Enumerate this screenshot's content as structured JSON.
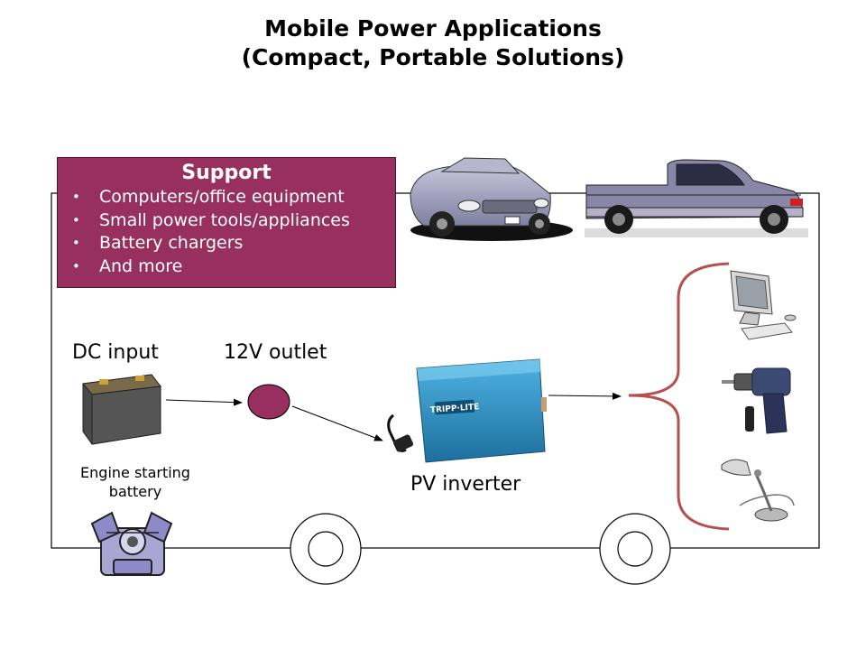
{
  "title": {
    "line1": "Mobile Power Applications",
    "line2": "(Compact, Portable Solutions)"
  },
  "support": {
    "heading": "Support",
    "items": [
      "Computers/office equipment",
      "Small power tools/appliances",
      "Battery chargers",
      "And more"
    ]
  },
  "labels": {
    "dc_input": "DC input",
    "outlet": "12V outlet",
    "battery_caption_line1": "Engine starting",
    "battery_caption_line2": "battery",
    "inverter": "PV inverter"
  },
  "icons": {
    "battery": "car-battery-icon",
    "outlet": "outlet-circle-icon",
    "inverter": "power-inverter-icon",
    "convertible": "convertible-car-icon",
    "pickup": "pickup-truck-icon",
    "computer": "computer-monitor-icon",
    "drill": "power-drill-icon",
    "lamp": "desk-lamp-icon",
    "engine": "engine-icon"
  },
  "inverter_brand": "TRIPP·LITE",
  "colors": {
    "support_box": "#98305f",
    "outlet": "#98305f",
    "brace": "#b5504f",
    "inverter": "#2a8fc4"
  }
}
